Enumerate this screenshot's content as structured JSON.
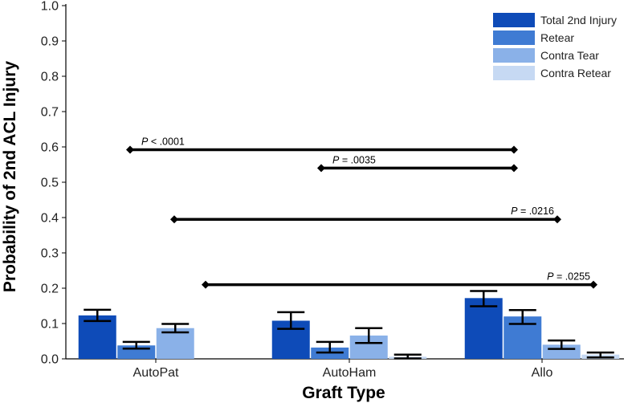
{
  "chart_data": {
    "type": "bar",
    "title": "",
    "xlabel": "Graft Type",
    "ylabel": "Probability of 2nd ACL Injury",
    "ylim": [
      0,
      1.0
    ],
    "yticks": [
      "0.0",
      "0.1",
      "0.2",
      "0.3",
      "0.4",
      "0.5",
      "0.6",
      "0.7",
      "0.8",
      "0.9",
      "1.0"
    ],
    "categories": [
      "AutoPat",
      "AutoHam",
      "Allo"
    ],
    "legend_position": "top-right",
    "grid": false,
    "series": [
      {
        "name": "Total 2nd Injury",
        "color": "#0e4bb8",
        "values": [
          0.123,
          0.108,
          0.172
        ],
        "err_low": [
          0.107,
          0.085,
          0.149
        ],
        "err_high": [
          0.139,
          0.132,
          0.192
        ]
      },
      {
        "name": "Retear",
        "color": "#3f7bd3",
        "values": [
          0.038,
          0.032,
          0.12
        ],
        "err_low": [
          0.029,
          0.018,
          0.099
        ],
        "err_high": [
          0.048,
          0.048,
          0.138
        ]
      },
      {
        "name": "Contra Tear",
        "color": "#8ab1e8",
        "values": [
          0.087,
          0.066,
          0.04
        ],
        "err_low": [
          0.075,
          0.045,
          0.028
        ],
        "err_high": [
          0.099,
          0.087,
          0.052
        ]
      },
      {
        "name": "Contra Retear",
        "color": "#c6d9f3",
        "values": [
          0.0,
          0.006,
          0.012
        ],
        "err_low": [
          null,
          0.001,
          0.004
        ],
        "err_high": [
          null,
          0.012,
          0.018
        ]
      }
    ],
    "comparisons": [
      {
        "p": "P",
        "rel": " < .0001",
        "from": 0,
        "to": 2,
        "y": 0.592,
        "label_side": "left"
      },
      {
        "p": "P",
        "rel": " = .0035",
        "from": 1,
        "to": 2,
        "y": 0.54,
        "label_side": "left"
      },
      {
        "p": "P",
        "rel": " = .0216",
        "from": 0,
        "to": 2,
        "y": 0.395,
        "label_side": "right"
      },
      {
        "p": "P",
        "rel": " = .0255",
        "from": 0,
        "to": 2,
        "y": 0.21,
        "label_side": "right"
      }
    ]
  }
}
